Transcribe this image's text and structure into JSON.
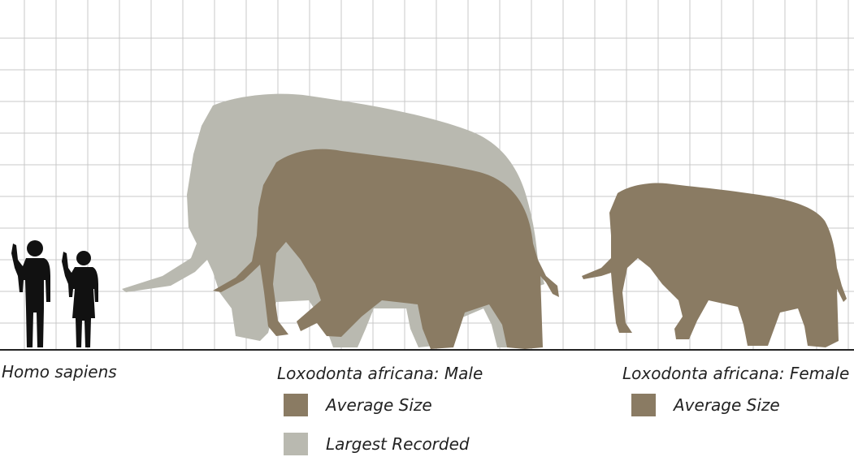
{
  "colors": {
    "background": "#ffffff",
    "grid": "#c9c9c9",
    "ground": "#222222",
    "human": "#111111",
    "average_size": "#8a7b63",
    "largest_recorded": "#b9b9b0",
    "text": "#222222"
  },
  "captions": {
    "human": "Homo sapiens",
    "male": "Loxodonta africana: Male",
    "female": "Loxodonta africana: Female"
  },
  "legend": {
    "male": [
      {
        "label": "Average Size",
        "color": "#8a7b63"
      },
      {
        "label": "Largest Recorded",
        "color": "#b9b9b0"
      }
    ],
    "female": [
      {
        "label": "Average Size",
        "color": "#8a7b63"
      }
    ]
  },
  "silhouettes": {
    "humans": [
      "human-male-silhouette",
      "human-female-silhouette"
    ],
    "elephants": [
      "elephant-male-largest-silhouette",
      "elephant-male-average-silhouette",
      "elephant-female-average-silhouette"
    ]
  }
}
